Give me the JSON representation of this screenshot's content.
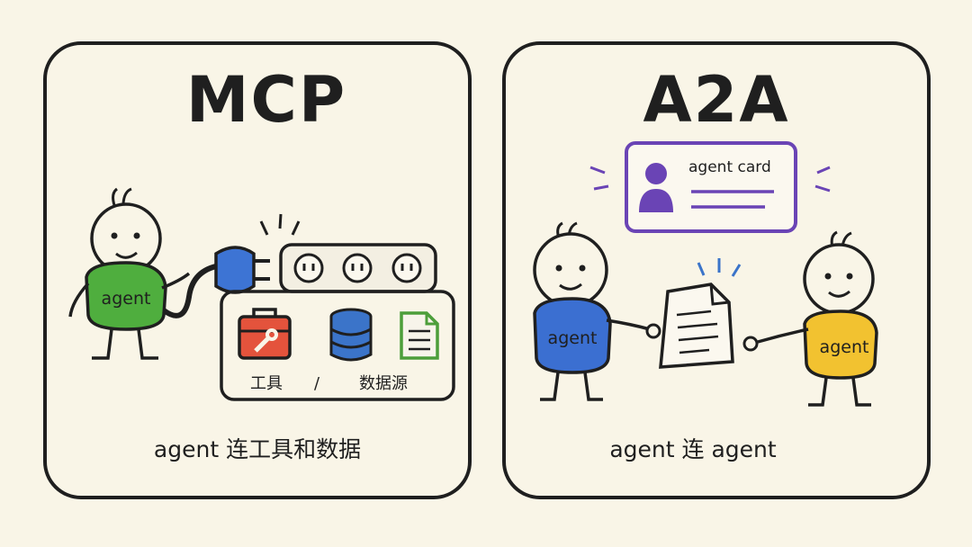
{
  "left_panel": {
    "title": "MCP",
    "agent_label": "agent",
    "tools_label": "工具",
    "separator": "/",
    "datasource_label": "数据源",
    "caption": "agent 连工具和数据"
  },
  "right_panel": {
    "title": "A2A",
    "card_label": "agent card",
    "agent_left_label": "agent",
    "agent_right_label": "agent",
    "caption": "agent 连 agent"
  },
  "colors": {
    "background": "#f9f5e7",
    "ink": "#1f1f1f",
    "green_agent": "#4fae3e",
    "blue_agent": "#3b6fd1",
    "yellow_agent": "#f2c230",
    "plug_blue": "#3d74d4",
    "toolbox_red": "#e4533c",
    "database_blue": "#3b74c9",
    "document_green": "#4c9e3a",
    "card_purple": "#6a44b5"
  },
  "icons": [
    "plug-icon",
    "power-strip-icon",
    "toolbox-icon",
    "database-icon",
    "document-icon",
    "agent-card-icon",
    "handed-document-icon"
  ]
}
